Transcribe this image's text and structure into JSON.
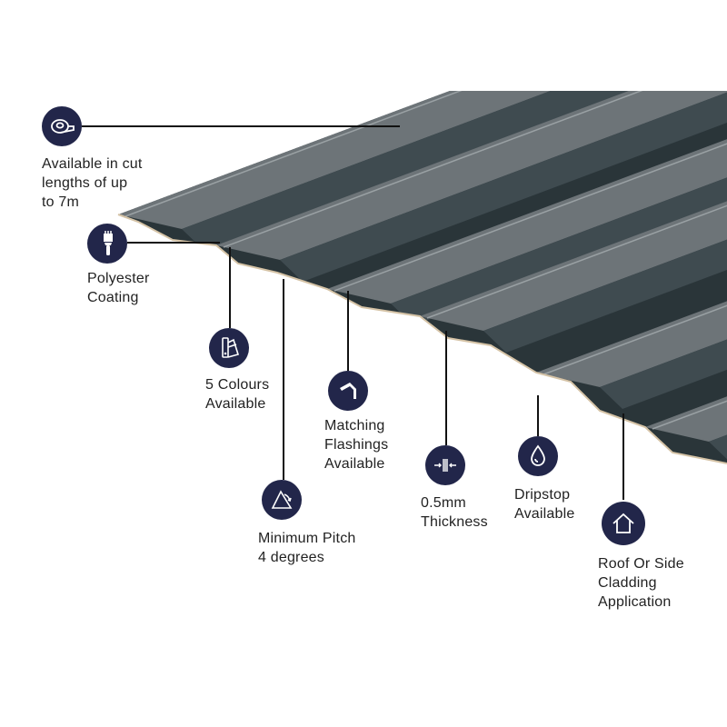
{
  "colors": {
    "icon_bg": "#22264a",
    "sheet_light": "#6d7478",
    "sheet_dark": "#2a3539",
    "sheet_edge": "#d5c3a6",
    "leader_line": "#111111",
    "text": "#222222"
  },
  "features": [
    {
      "id": "cut-lengths",
      "icon": "tape-measure-icon",
      "lines": [
        "Available in cut",
        "lengths of up",
        "to 7m"
      ]
    },
    {
      "id": "coating",
      "icon": "paint-brush-icon",
      "lines": [
        "Polyester",
        "Coating"
      ]
    },
    {
      "id": "colours",
      "icon": "colour-swatch-icon",
      "lines": [
        "5 Colours",
        "Available"
      ]
    },
    {
      "id": "flashings",
      "icon": "flashing-icon",
      "lines": [
        "Matching",
        "Flashings",
        "Available"
      ]
    },
    {
      "id": "pitch",
      "icon": "pitch-angle-icon",
      "lines": [
        "Minimum Pitch",
        "4 degrees"
      ]
    },
    {
      "id": "thickness",
      "icon": "thickness-icon",
      "lines": [
        "0.5mm",
        "Thickness"
      ]
    },
    {
      "id": "dripstop",
      "icon": "droplet-icon",
      "lines": [
        "Dripstop",
        "Available"
      ]
    },
    {
      "id": "application",
      "icon": "house-icon",
      "lines": [
        "Roof Or Side",
        "Cladding",
        "Application"
      ]
    }
  ]
}
